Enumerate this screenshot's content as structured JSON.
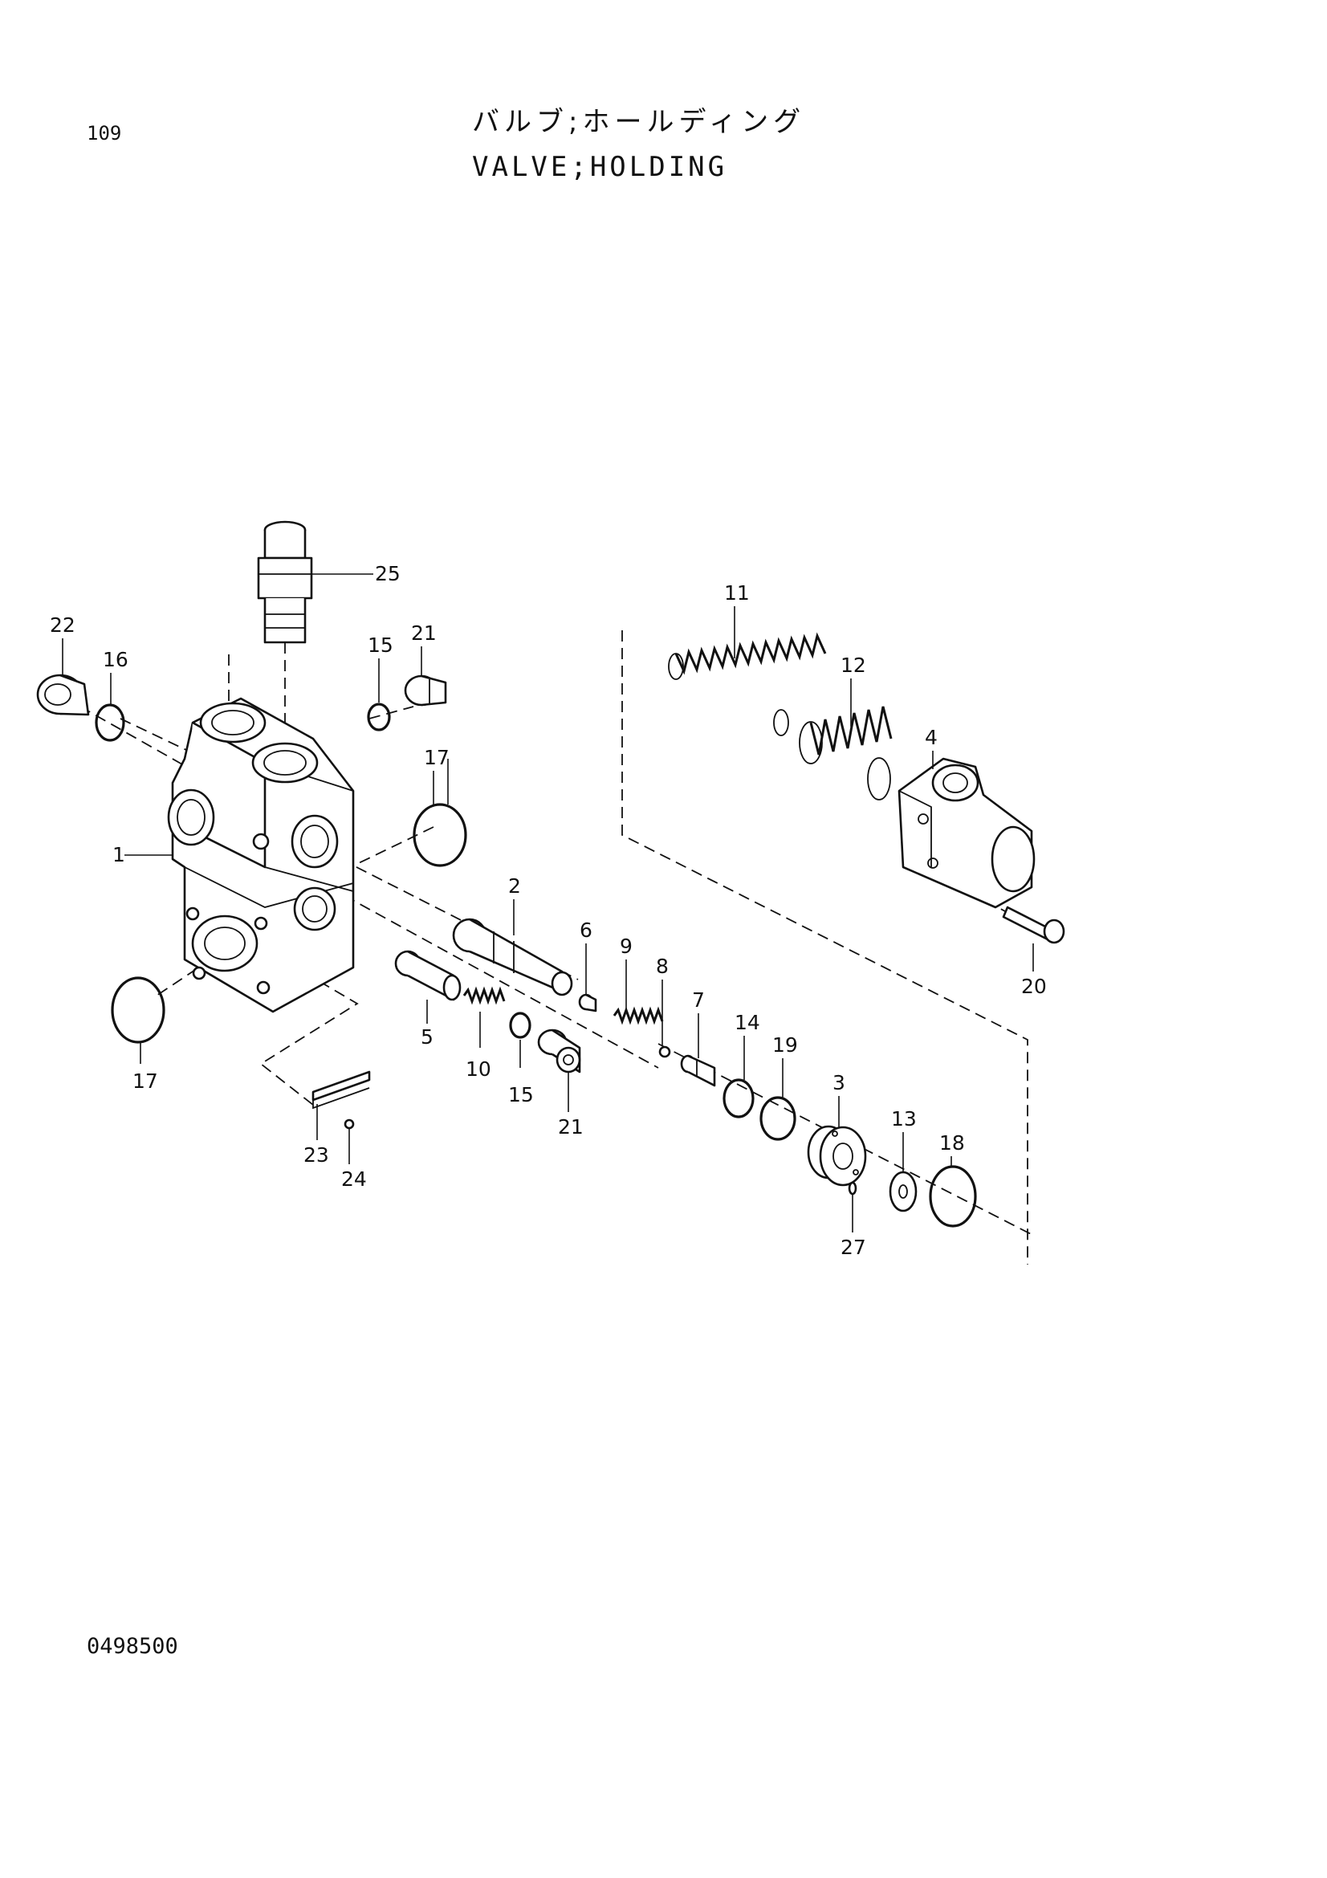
{
  "header": {
    "page_number": "109",
    "title_jp": "バルブ;ホールディング",
    "title_en": "VALVE;HOLDING"
  },
  "footer": {
    "drawing_code": "0498500"
  },
  "callouts": {
    "c1": "1",
    "c2": "2",
    "c3": "3",
    "c4": "4",
    "c5": "5",
    "c6": "6",
    "c7": "7",
    "c8": "8",
    "c9": "9",
    "c10": "10",
    "c11": "11",
    "c12": "12",
    "c13": "13",
    "c14": "14",
    "c15a": "15",
    "c15b": "15",
    "c16": "16",
    "c17a": "17",
    "c17b": "17",
    "c18": "18",
    "c19": "19",
    "c20": "20",
    "c21a": "21",
    "c21b": "21",
    "c22": "22",
    "c23": "23",
    "c24": "24",
    "c25": "25",
    "c27": "27"
  }
}
